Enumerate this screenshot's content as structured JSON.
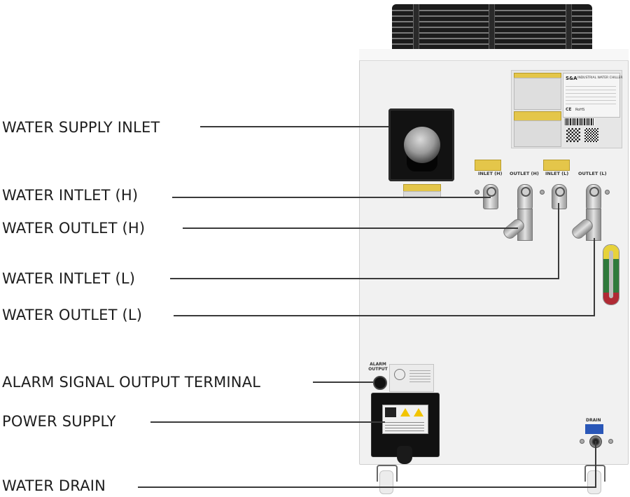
{
  "diagram": {
    "title": "Industrial Water Chiller — Rear Panel Connections",
    "labels": [
      {
        "id": "water-supply-inlet",
        "text": "WATER SUPPLY INLET"
      },
      {
        "id": "water-inlet-h",
        "text": "WATER INTLET (H)"
      },
      {
        "id": "water-outlet-h",
        "text": "WATER OUTLET (H)"
      },
      {
        "id": "water-inlet-l",
        "text": "WATER INTLET (L)"
      },
      {
        "id": "water-outlet-l",
        "text": "WATER OUTLET (L)"
      },
      {
        "id": "alarm-signal-output-terminal",
        "text": "ALARM SIGNAL OUTPUT TERMINAL"
      },
      {
        "id": "power-supply",
        "text": "POWER SUPPLY"
      },
      {
        "id": "water-drain",
        "text": "WATER DRAIN"
      }
    ]
  },
  "machine": {
    "brand": "S&A",
    "product": "INDUSTRIAL WATER CHILLER",
    "port_labels": {
      "inlet_h": "INLET (H)",
      "outlet_h": "OUTLET (H)",
      "inlet_l": "INLET (L)",
      "outlet_l": "OUTLET (L)"
    },
    "alarm_label": "ALARM OUTPUT",
    "drain_label": "DRAIN",
    "certifications": [
      "CE",
      "RoHS"
    ]
  },
  "colors": {
    "label_text": "#1d1d1d",
    "leader_line": "#3a3a3a",
    "cabinet": "#f1f1f1",
    "sticker_yellow": "#e4c64a",
    "drain_tag_blue": "#2a57b8",
    "gauge_yellow": "#e7d23a",
    "gauge_green": "#2f7a3c",
    "gauge_red": "#b02a34"
  }
}
